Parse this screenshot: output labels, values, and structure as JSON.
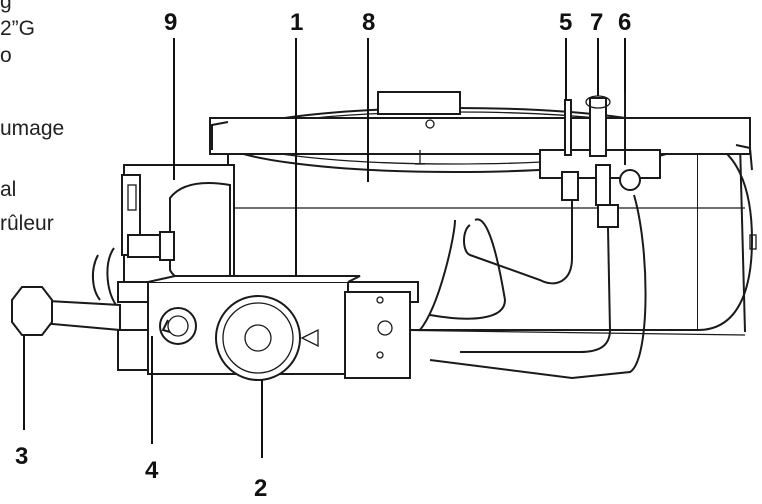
{
  "side_text": {
    "line1": "g",
    "line2": "2”G",
    "line3": "o",
    "line4": "umage",
    "line5": "al",
    "line6": "rûleur"
  },
  "callouts": {
    "c1": "1",
    "c2": "2",
    "c3": "3",
    "c4": "4",
    "c5": "5",
    "c6": "6",
    "c7": "7",
    "c8": "8",
    "c9": "9"
  }
}
